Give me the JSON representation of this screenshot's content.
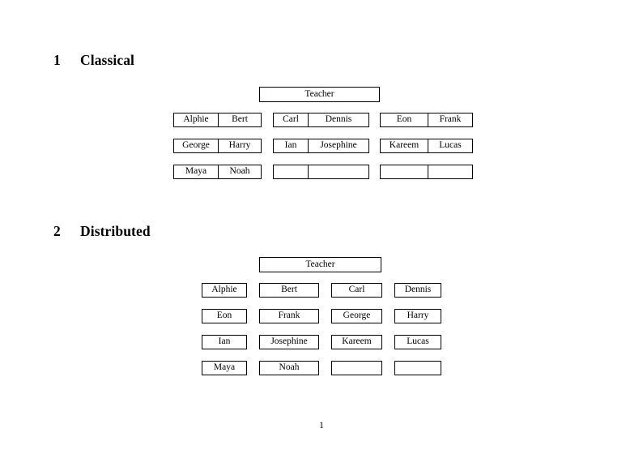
{
  "document": {
    "page_number": "1"
  },
  "sections": [
    {
      "number": "1",
      "title": "Classical",
      "teacher_label": "Teacher",
      "groups": [
        {
          "name": "group-left",
          "rows": [
            {
              "left": "Alphie",
              "right": "Bert"
            },
            {
              "left": "George",
              "right": "Harry"
            },
            {
              "left": "Maya",
              "right": "Noah"
            }
          ]
        },
        {
          "name": "group-middle",
          "rows": [
            {
              "left": "Carl",
              "right": "Dennis"
            },
            {
              "left": "Ian",
              "right": "Josephine"
            },
            {
              "left": "",
              "right": ""
            }
          ]
        },
        {
          "name": "group-right",
          "rows": [
            {
              "left": "Eon",
              "right": "Frank"
            },
            {
              "left": "Kareem",
              "right": "Lucas"
            },
            {
              "left": "",
              "right": ""
            }
          ]
        }
      ]
    },
    {
      "number": "2",
      "title": "Distributed",
      "teacher_label": "Teacher",
      "grid": [
        [
          "Alphie",
          "Bert",
          "Carl",
          "Dennis"
        ],
        [
          "Eon",
          "Frank",
          "George",
          "Harry"
        ],
        [
          "Ian",
          "Josephine",
          "Kareem",
          "Lucas"
        ],
        [
          "Maya",
          "Noah",
          "",
          ""
        ]
      ]
    }
  ]
}
